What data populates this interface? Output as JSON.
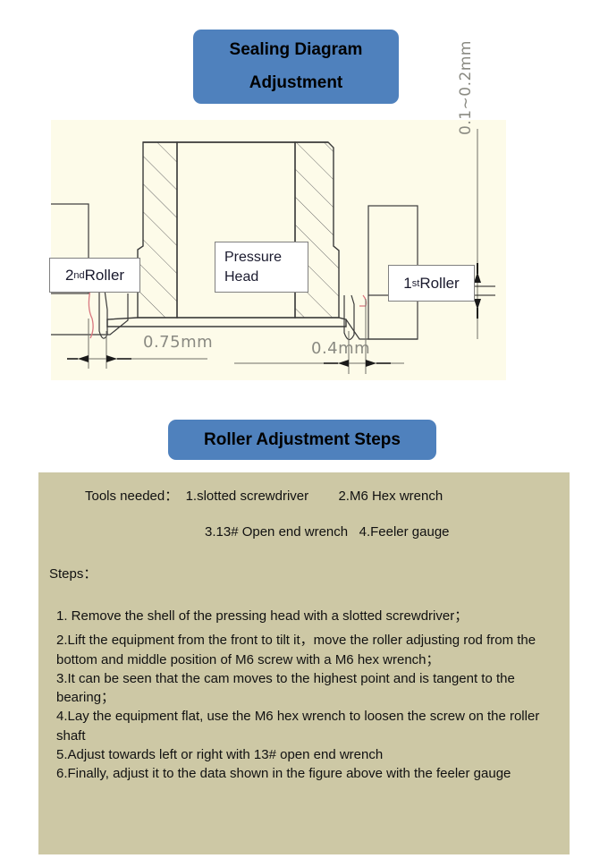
{
  "banners": {
    "sealing": {
      "line1": "Sealing Diagram",
      "line2": "Adjustment"
    },
    "steps": "Roller Adjustment Steps"
  },
  "diagram": {
    "labels": {
      "roller2_num": "2",
      "roller2_sup": "nd",
      "roller2_text": "Roller",
      "roller1_num": "1",
      "roller1_sup": "st",
      "roller1_text": "Roller",
      "pressure_head_line1": "Pressure",
      "pressure_head_line2": "Head"
    },
    "dimensions": {
      "left_gap": "0.75mm",
      "right_gap": "0.4mm",
      "vertical_clearance": "0.1~0.2mm"
    },
    "colors": {
      "panel_background": "#FDFBE9",
      "outline": "#3a3a3a",
      "hatch": "#6b6b6b",
      "dimension_text": "#8a8a82",
      "seal_lip": "#d9777f"
    }
  },
  "steps_panel": {
    "tools_line1": "Tools needed：  1.slotted screwdriver        2.M6 Hex wrench",
    "tools_line2": "3.13# Open end wrench   4.Feeler gauge",
    "steps_heading": "Steps：",
    "steps": [
      "1. Remove the shell of the pressing head with a slotted screwdriver；",
      "2.Lift the equipment from the front to tilt it，move the roller adjusting rod from the bottom and middle position of M6 screw with a M6 hex wrench；",
      "3.It can be seen that the cam moves to the highest point and is tangent to the bearing；",
      "4.Lay the equipment flat, use the M6 hex wrench to loosen the screw on the roller shaft",
      "5.Adjust towards left or right with 13# open end wrench",
      "6.Finally, adjust it to the data shown in the figure above with the feeler gauge"
    ],
    "colors": {
      "background": "#CDC8A5",
      "text": "#111111"
    }
  },
  "theme": {
    "banner_blue": "#4F81BD",
    "page_background": "#FFFFFF"
  }
}
